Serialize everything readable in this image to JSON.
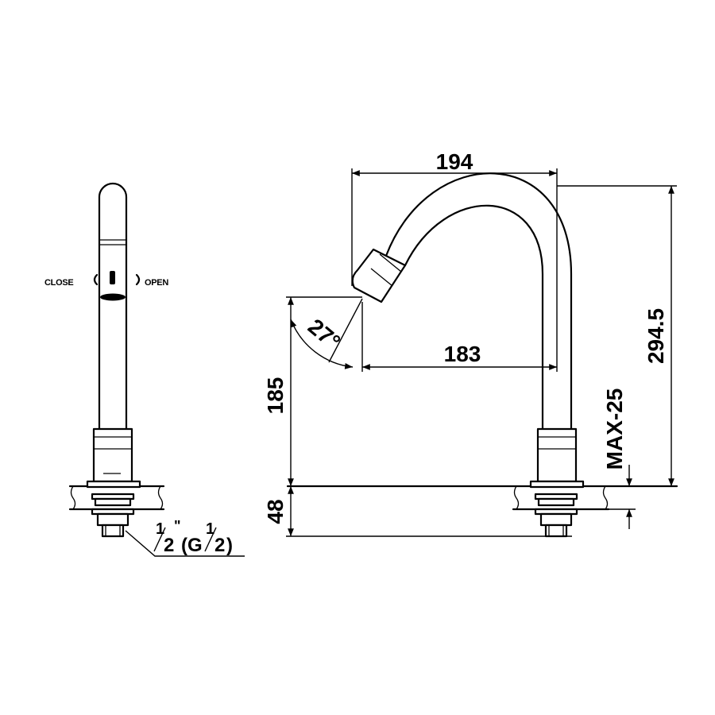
{
  "side_view": {
    "close_label": "CLOSE",
    "open_label": "OPEN",
    "thread_label": {
      "main_num": "1",
      "main_den": "2",
      "inch_mark": "\"",
      "paren_open": "(G",
      "g_num": "1",
      "g_den": "2",
      "paren_close": ")"
    }
  },
  "front_view": {
    "dimensions": {
      "width_top": "194",
      "reach": "183",
      "overall_height": "294.5",
      "spout_height": "185",
      "max_deck": "MAX-25",
      "below_deck": "48",
      "angle": "27°"
    }
  }
}
